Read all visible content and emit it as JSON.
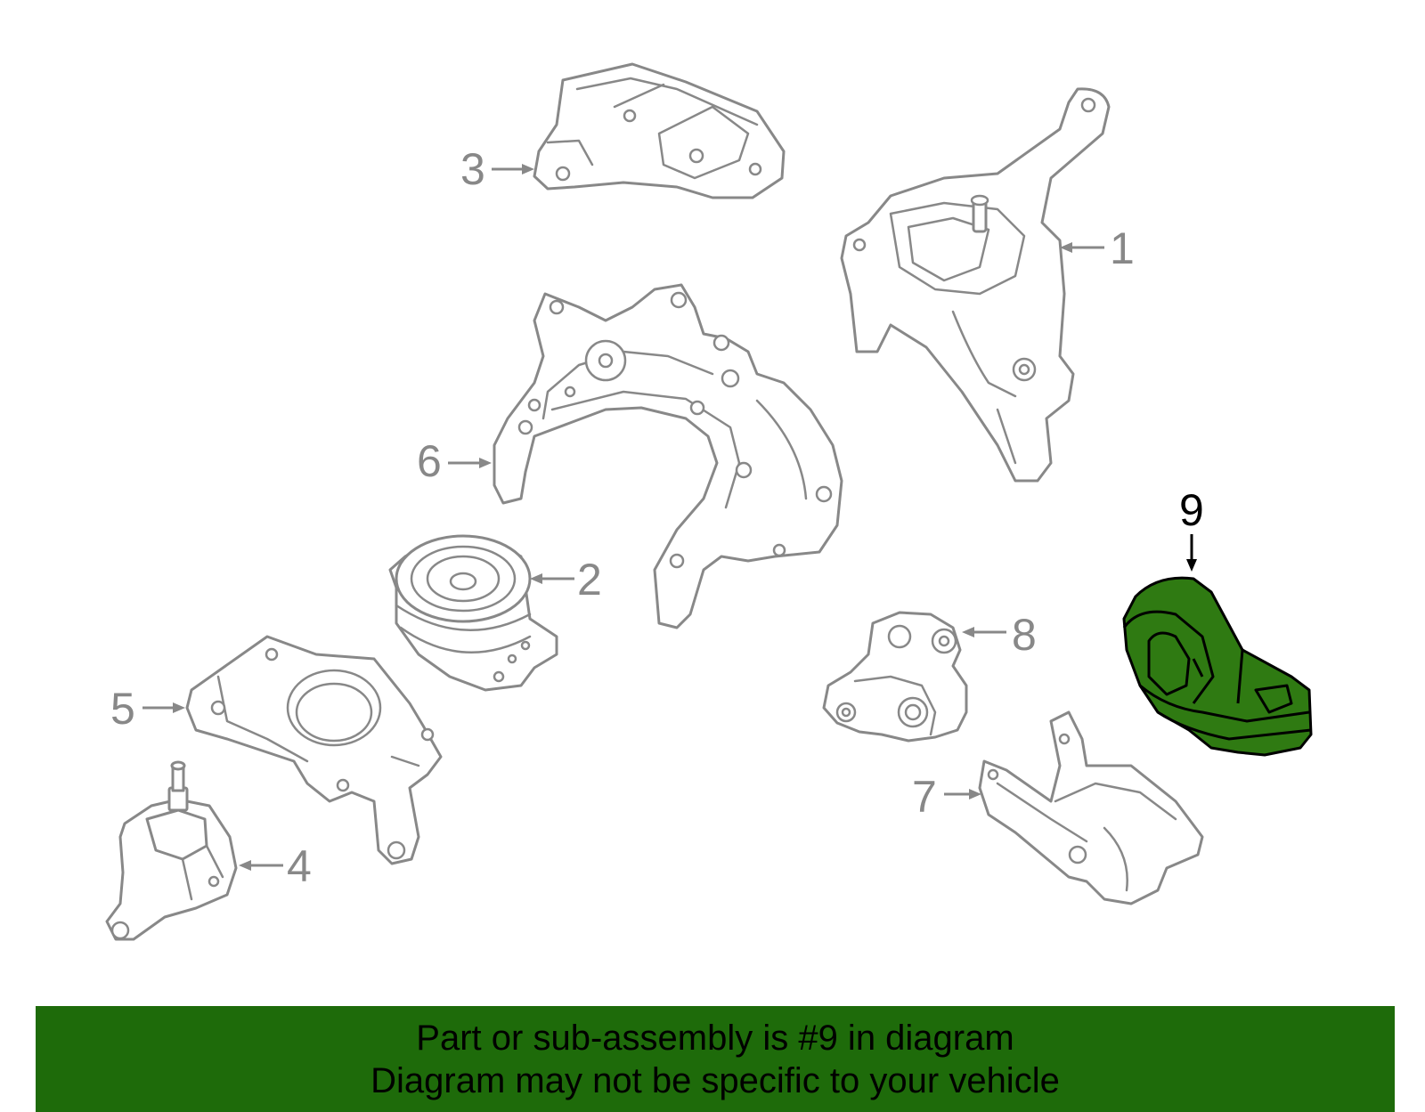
{
  "colors": {
    "highlight": "#2f7a12",
    "banner": "#1e6b0a",
    "outline": "#888888"
  },
  "callouts": [
    {
      "number": "1"
    },
    {
      "number": "2"
    },
    {
      "number": "3"
    },
    {
      "number": "4"
    },
    {
      "number": "5"
    },
    {
      "number": "6"
    },
    {
      "number": "7"
    },
    {
      "number": "8"
    },
    {
      "number": "9",
      "highlighted": true
    }
  ],
  "banner": {
    "line1": "Part or sub-assembly is #9 in diagram",
    "line2": "Diagram may not be specific to your vehicle"
  }
}
